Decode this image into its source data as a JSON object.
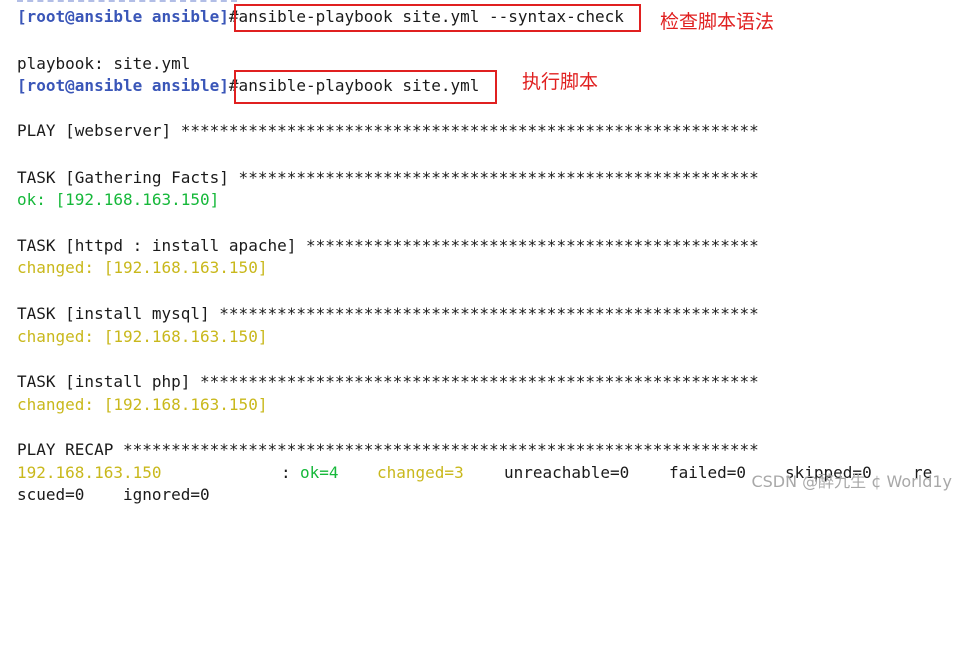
{
  "lines": {
    "cmd1_prompt": "[root@ansible ansible]",
    "cmd1_text": "#ansible-playbook site.yml --syntax-check",
    "cmd1_note": "检查脚本语法",
    "out1": "playbook: site.yml",
    "cmd2_prompt": "[root@ansible ansible]",
    "cmd2_text": "#ansible-playbook site.yml",
    "cmd2_note": "执行脚本",
    "play1": "PLAY [webserver] ************************************************************",
    "task1": "TASK [Gathering Facts] ******************************************************",
    "task1_result": "ok: [192.168.163.150]",
    "task2": "TASK [httpd : install apache] ***********************************************",
    "task2_result": "changed: [192.168.163.150]",
    "task3": "TASK [install mysql] ********************************************************",
    "task3_result": "changed: [192.168.163.150]",
    "task4": "TASK [install php] **********************************************************",
    "task4_result": "changed: [192.168.163.150]",
    "recap": "PLAY RECAP ******************************************************************"
  },
  "recap_row": {
    "host": "192.168.163.150",
    "colon": ": ",
    "ok": "ok=4",
    "changed": "changed=3",
    "unreachable": "unreachable=0",
    "failed": "failed=0",
    "skipped": "skipped=0",
    "rescued_start": "re",
    "rescued_end": "scued=0",
    "ignored": "ignored=0"
  },
  "watermark": "CSDN @醉九生 ¢ World1y",
  "colors": {
    "prompt": "#3a56b8",
    "ok": "#16b83a",
    "changed": "#c9b81c",
    "annotation": "#e02020"
  }
}
